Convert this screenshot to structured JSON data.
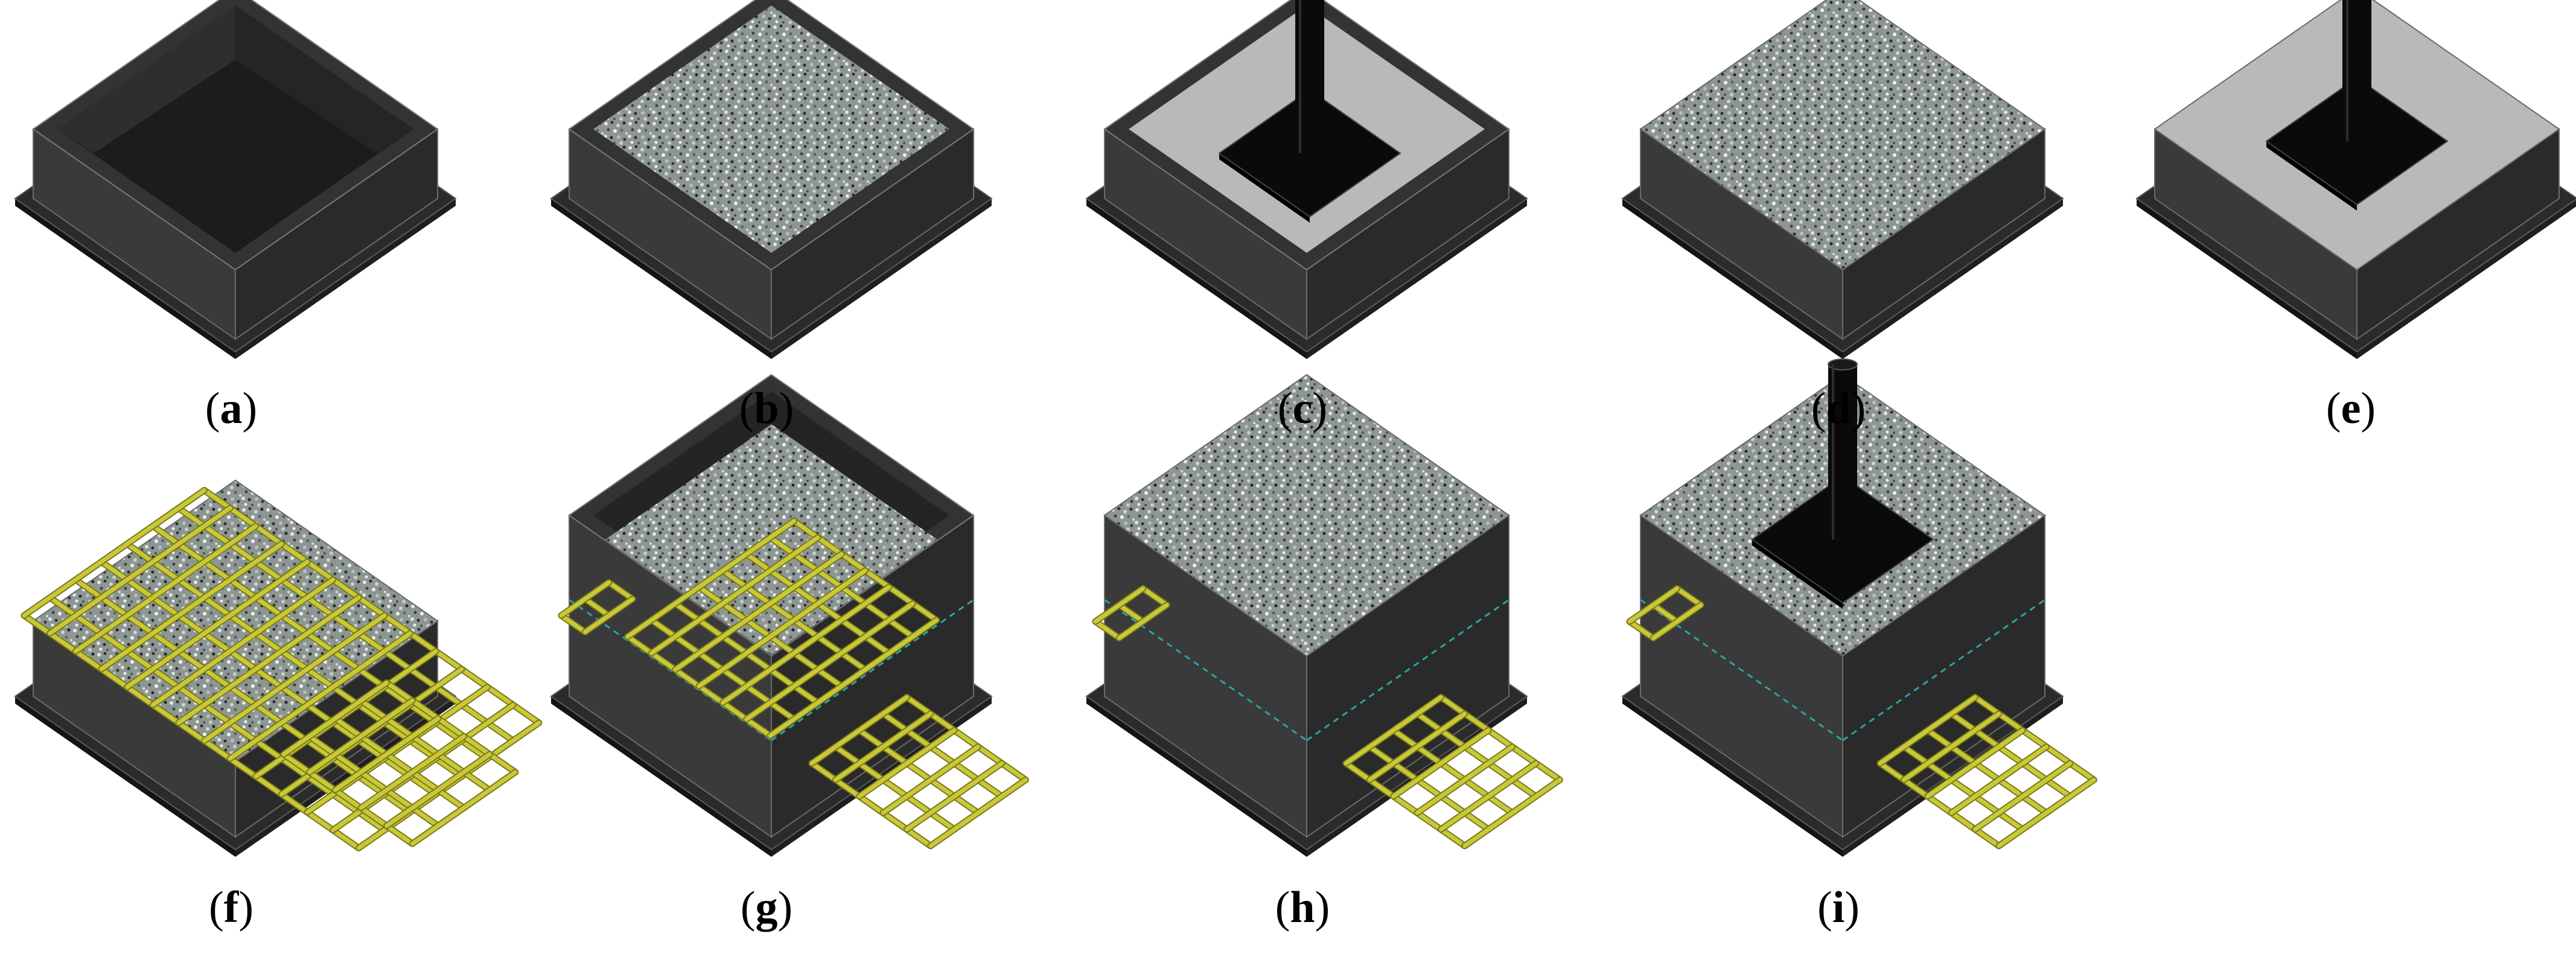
{
  "panels": [
    {
      "id": "a",
      "label": "a",
      "stage": "empty-box"
    },
    {
      "id": "b",
      "label": "b",
      "stage": "gravel-layer"
    },
    {
      "id": "c",
      "label": "c",
      "stage": "base-plate-with-pole"
    },
    {
      "id": "d",
      "label": "d",
      "stage": "gravel-fill"
    },
    {
      "id": "e",
      "label": "e",
      "stage": "filled-with-pole"
    },
    {
      "id": "f",
      "label": "f",
      "stage": "geogrid-on-gravel"
    },
    {
      "id": "g",
      "label": "g",
      "stage": "second-frame-with-geogrid"
    },
    {
      "id": "h",
      "label": "h",
      "stage": "second-layer-filled"
    },
    {
      "id": "i",
      "label": "i",
      "stage": "filled-with-pole-on-top"
    }
  ],
  "colors": {
    "frame_wall": "#3a3a3a",
    "frame_dark": "#2a2a2a",
    "inner_floor": "#1c1c1c",
    "gravel": "#9aa3a0",
    "fill_gray": "#b9b9b9",
    "pole": "#0a0a0a",
    "geogrid": "#c8c83a",
    "geogrid_edge": "#7a7a18",
    "seam": "#2aa4a4"
  }
}
